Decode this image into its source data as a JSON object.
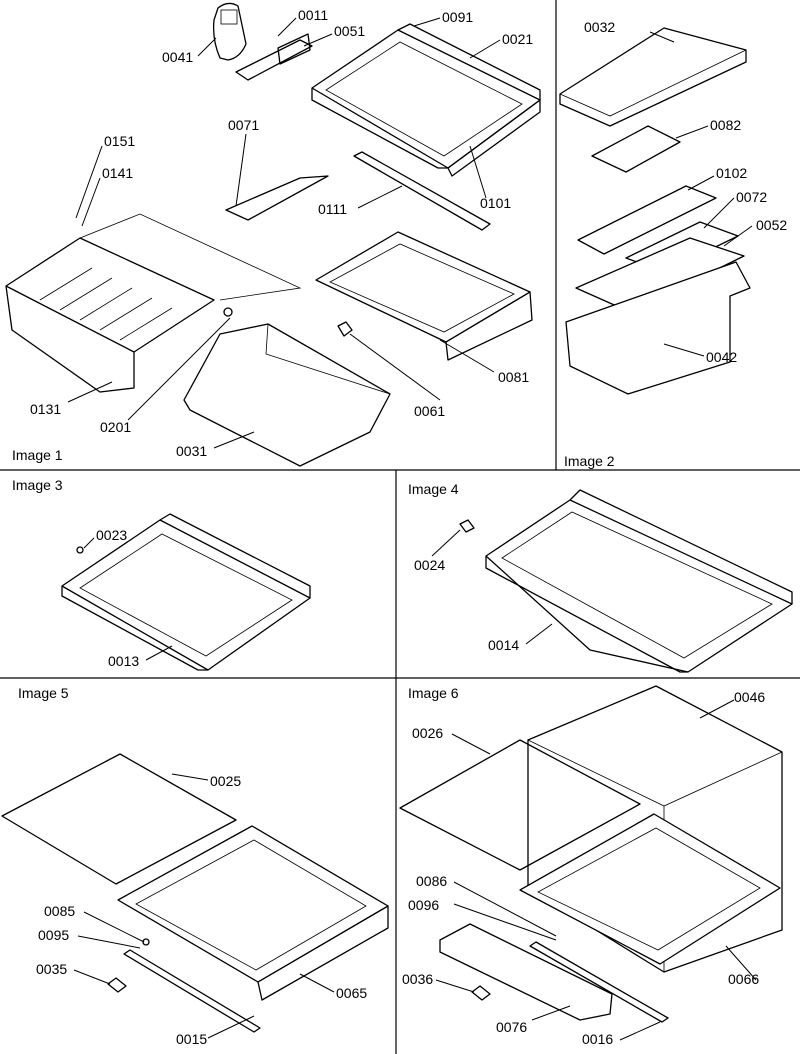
{
  "panels": [
    {
      "title": "Image 1",
      "labels": [
        "0011",
        "0051",
        "0041",
        "0091",
        "0021",
        "0071",
        "0151",
        "0141",
        "0111",
        "0101",
        "0131",
        "0201",
        "0061",
        "0081",
        "0031"
      ]
    },
    {
      "title": "Image 2",
      "labels": [
        "0032",
        "0082",
        "0102",
        "0072",
        "0052",
        "0042"
      ]
    },
    {
      "title": "Image 3",
      "labels": [
        "0023",
        "0013"
      ]
    },
    {
      "title": "Image 4",
      "labels": [
        "0024",
        "0014"
      ]
    },
    {
      "title": "Image 5",
      "labels": [
        "0025",
        "0085",
        "0095",
        "0035",
        "0065",
        "0015"
      ]
    },
    {
      "title": "Image 6",
      "labels": [
        "0046",
        "0026",
        "0086",
        "0096",
        "0036",
        "0066",
        "0076",
        "0016"
      ]
    }
  ]
}
